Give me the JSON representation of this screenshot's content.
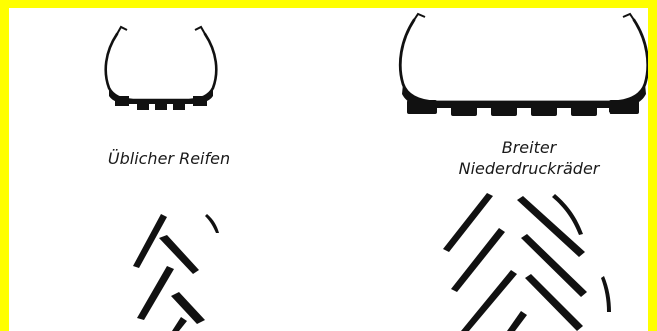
{
  "figure": {
    "tire_left_label": "Üblicher Reifen",
    "tire_right_label_line1": "Breiter",
    "tire_right_label_line2": "Niederdruckräder",
    "colors": {
      "frame": "#ffff00",
      "panel": "#ffffff",
      "ink": "#111111"
    }
  }
}
